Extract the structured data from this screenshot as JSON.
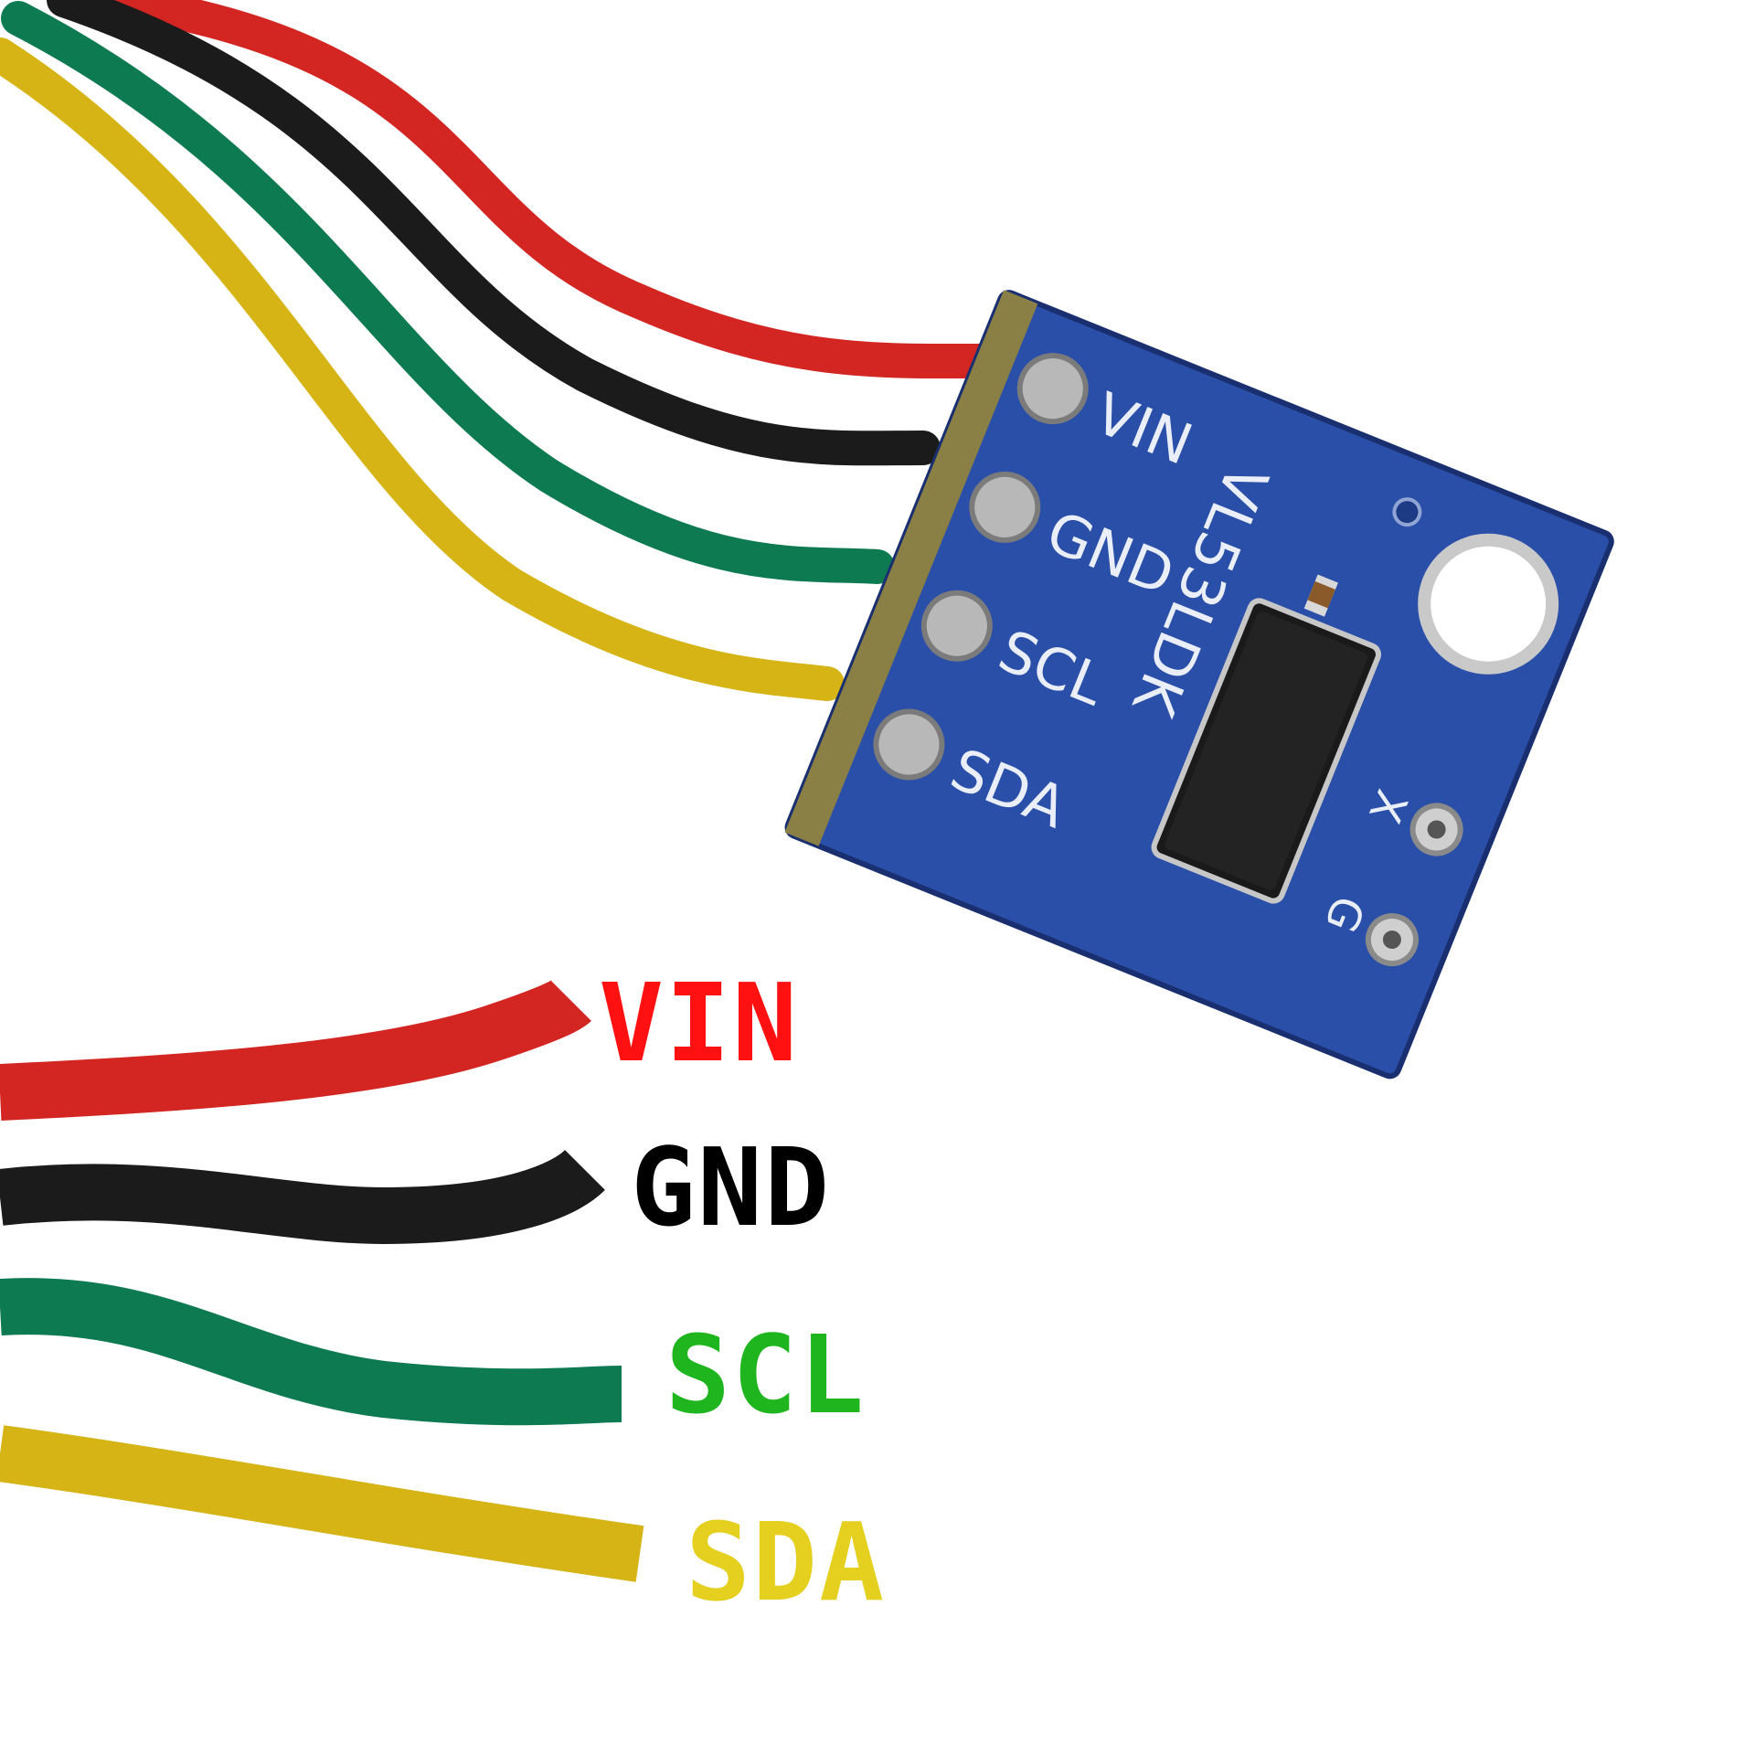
{
  "labels": {
    "vin": "VIN",
    "gnd": "GND",
    "scl": "SCL",
    "sda": "SDA"
  },
  "board": {
    "pin_vin": "VIN",
    "pin_gnd": "GND",
    "pin_scl": "SCL",
    "pin_sda": "SDA",
    "chip_name": "VL53LDK",
    "side_x": "X",
    "side_g": "G"
  },
  "colors": {
    "red": "#ff1111",
    "black": "#000000",
    "green": "#1eb51e",
    "yellow": "#e5cf1f",
    "board": "#2a4fa8",
    "wire_red": "#d32622",
    "wire_black": "#1b1b1b",
    "wire_green": "#0d7a52",
    "wire_yellow": "#d6b416"
  }
}
